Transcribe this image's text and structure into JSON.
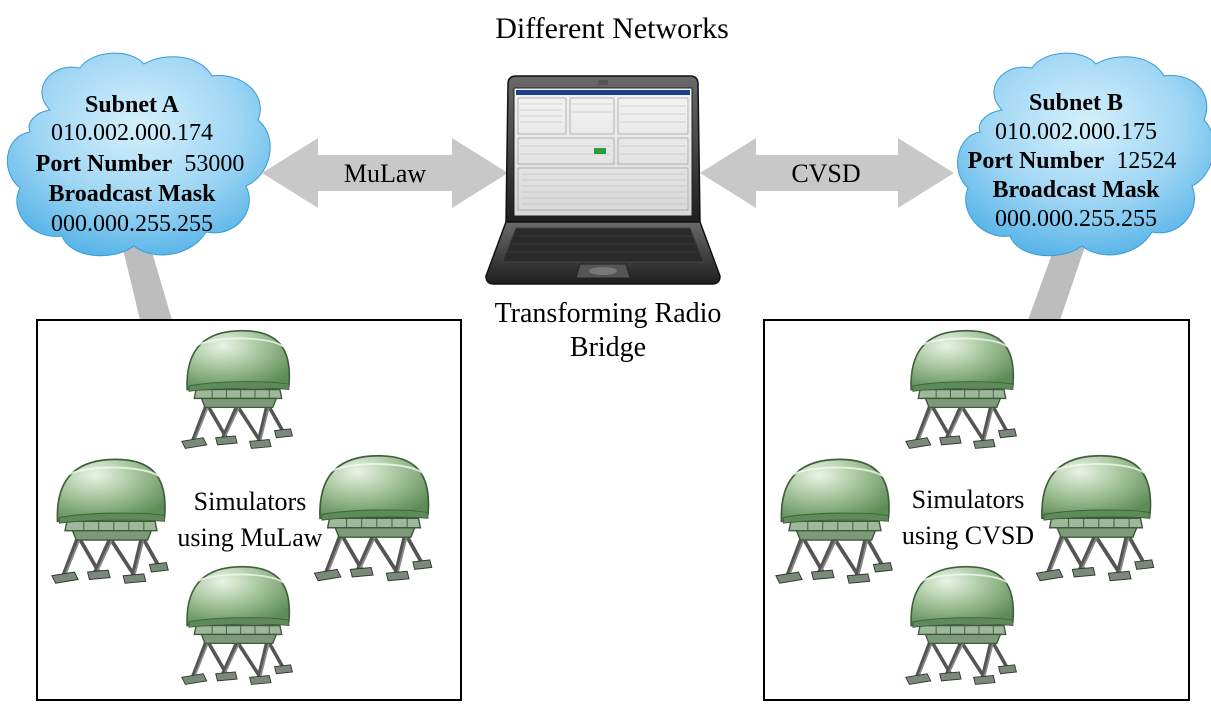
{
  "title": "Different Networks",
  "subnet_a": {
    "name": "Subnet A",
    "address": "010.002.000.174",
    "port_label": "Port Number",
    "port_value": "53000",
    "mask_label": "Broadcast Mask",
    "mask_value": "000.000.255.255"
  },
  "subnet_b": {
    "name": "Subnet B",
    "address": "010.002.000.175",
    "port_label": "Port Number",
    "port_value": "12524",
    "mask_label": "Broadcast Mask",
    "mask_value": "000.000.255.255"
  },
  "arrows": {
    "left_label": "MuLaw",
    "right_label": "CVSD"
  },
  "bridge": {
    "line1": "Transforming Radio",
    "line2": "Bridge"
  },
  "group_left": {
    "line1": "Simulators",
    "line2": "using MuLaw"
  },
  "group_right": {
    "line1": "Simulators",
    "line2": "using CVSD"
  },
  "colors": {
    "cloud_top": "#bfe6fa",
    "cloud_bottom": "#5ab8ea",
    "arrow": "#c8c8c8",
    "link": "#bdbdbd",
    "dome_light": "#d8e8d2",
    "dome_dark": "#6f9a68",
    "laptop_body": "#3a3a3a"
  },
  "icons": [
    "cloud-icon",
    "laptop-icon",
    "flight-simulator-icon",
    "double-arrow-icon"
  ]
}
